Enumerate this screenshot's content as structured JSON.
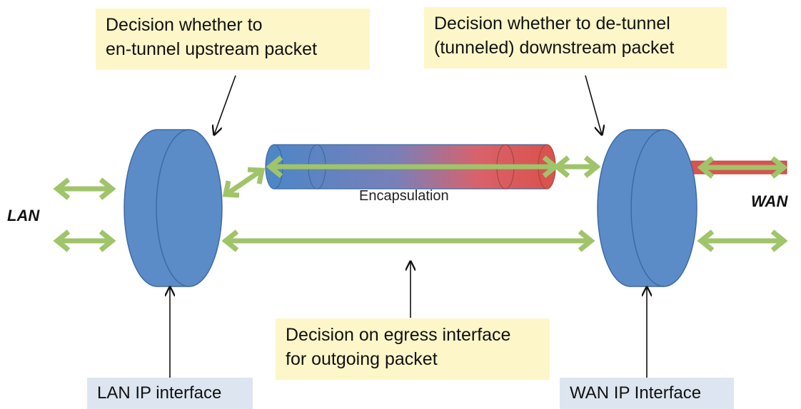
{
  "callouts": {
    "entunnel": {
      "line1": "Decision whether to",
      "line2": "en-tunnel upstream packet"
    },
    "detunnel": {
      "line1": "Decision whether to de-tunnel",
      "line2": "(tunneled) downstream packet"
    },
    "egress": {
      "line1": "Decision on egress interface",
      "line2": "for outgoing packet"
    }
  },
  "interfaces": {
    "lan": "LAN IP interface",
    "wan": "WAN IP Interface"
  },
  "labels": {
    "lan": "LAN",
    "wan": "WAN",
    "encapsulation": "Encapsulation"
  },
  "colors": {
    "cylinder_fill": "#5b8cc7",
    "cylinder_stroke": "#3e6aa3",
    "arrow_green": "#9fc46a",
    "tunnel_blue": "#4f86c6",
    "tunnel_red": "#d9534f",
    "callout_bg": "#fdf6c9",
    "interface_bg": "#dde6f0"
  }
}
